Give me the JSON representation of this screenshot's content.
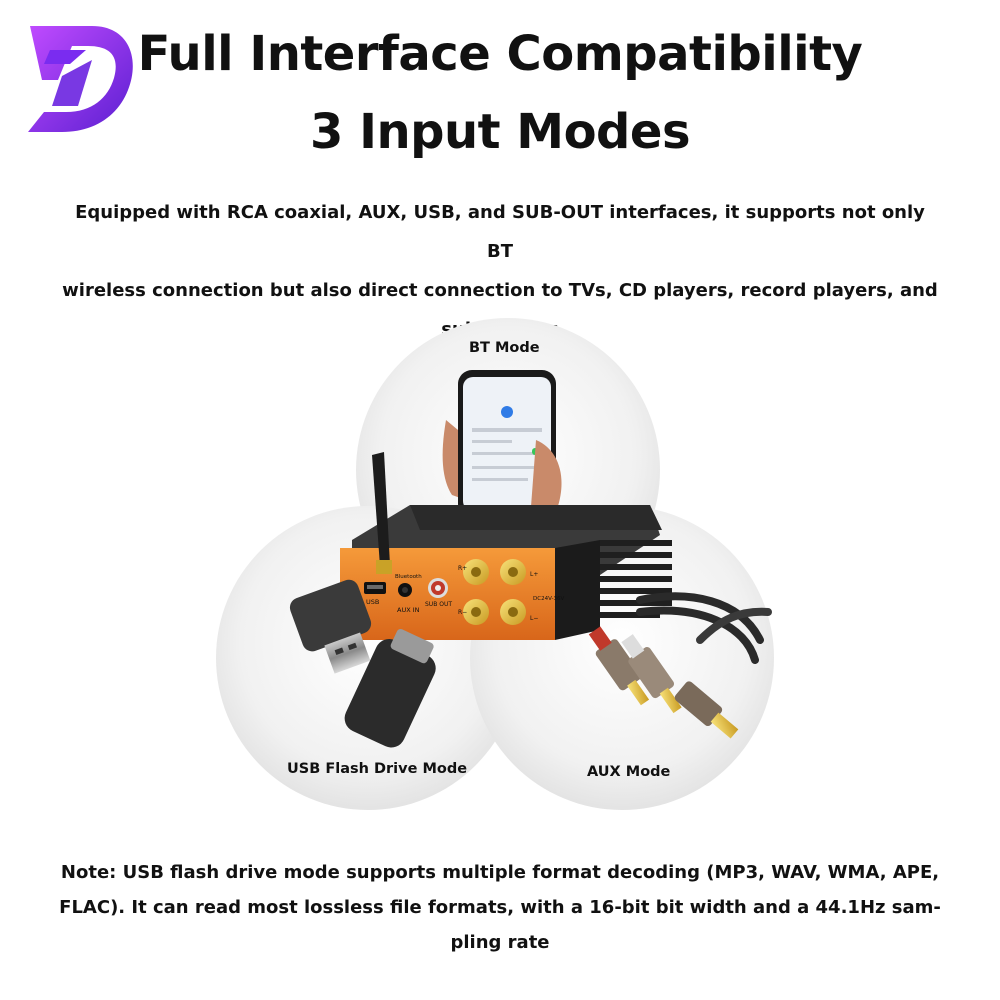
{
  "brand": {
    "logo_icon": "stylized-D-logo-icon",
    "logo_colors": [
      "#7a2cf0",
      "#c04bff",
      "#5b1fd1"
    ]
  },
  "header": {
    "title_line1": "Full Interface Compatibility",
    "title_line2": "3 Input Modes"
  },
  "description": {
    "line1": "Equipped with RCA coaxial, AUX, USB, and SUB-OUT interfaces, it supports not only BT",
    "line2": "wireless connection but also direct connection to TVs, CD players, record players, and",
    "line3": "subwoofers"
  },
  "modes": {
    "bt": "BT Mode",
    "usb": "USB Flash Drive Mode",
    "aux": "AUX Mode"
  },
  "device": {
    "body_color": "#e8781e",
    "case_color": "#2a2a2a",
    "port_labels": {
      "usb": "USB",
      "aux_in": "AUX IN",
      "sub_out": "SUB OUT",
      "bluetooth": "Bluetooth",
      "power": "DC24V-36V",
      "r_plus": "R+",
      "r_minus": "R−",
      "l_plus": "L+",
      "l_minus": "L−"
    }
  },
  "note": {
    "line1": "Note: USB flash drive mode supports multiple format decoding (MP3, WAV, WMA, APE,",
    "line2": "FLAC). It can read most lossless file formats, with a 16-bit bit width and a 44.1Hz sam-",
    "line3": "pling rate"
  }
}
